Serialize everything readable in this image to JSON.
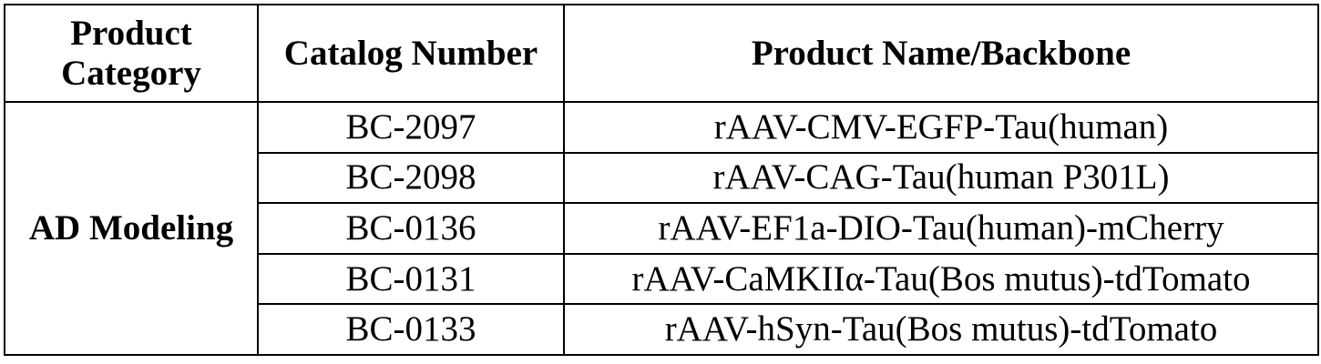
{
  "headers": [
    "Product Category",
    "Catalog Number",
    "Product Name/Backbone"
  ],
  "header_lines": {
    "category_1": "Product",
    "category_2": "Category"
  },
  "category": "AD Modeling",
  "rows": [
    {
      "catalog": "BC-2097",
      "name": "rAAV-CMV-EGFP-Tau(human)"
    },
    {
      "catalog": "BC-2098",
      "name": "rAAV-CAG-Tau(human P301L)"
    },
    {
      "catalog": "BC-0136",
      "name": "rAAV-EF1a-DIO-Tau(human)-mCherry"
    },
    {
      "catalog": "BC-0131",
      "name": "rAAV-CaMKIIα-Tau(Bos mutus)-tdTomato"
    },
    {
      "catalog": "BC-0133",
      "name": "rAAV-hSyn-Tau(Bos mutus)-tdTomato"
    }
  ]
}
